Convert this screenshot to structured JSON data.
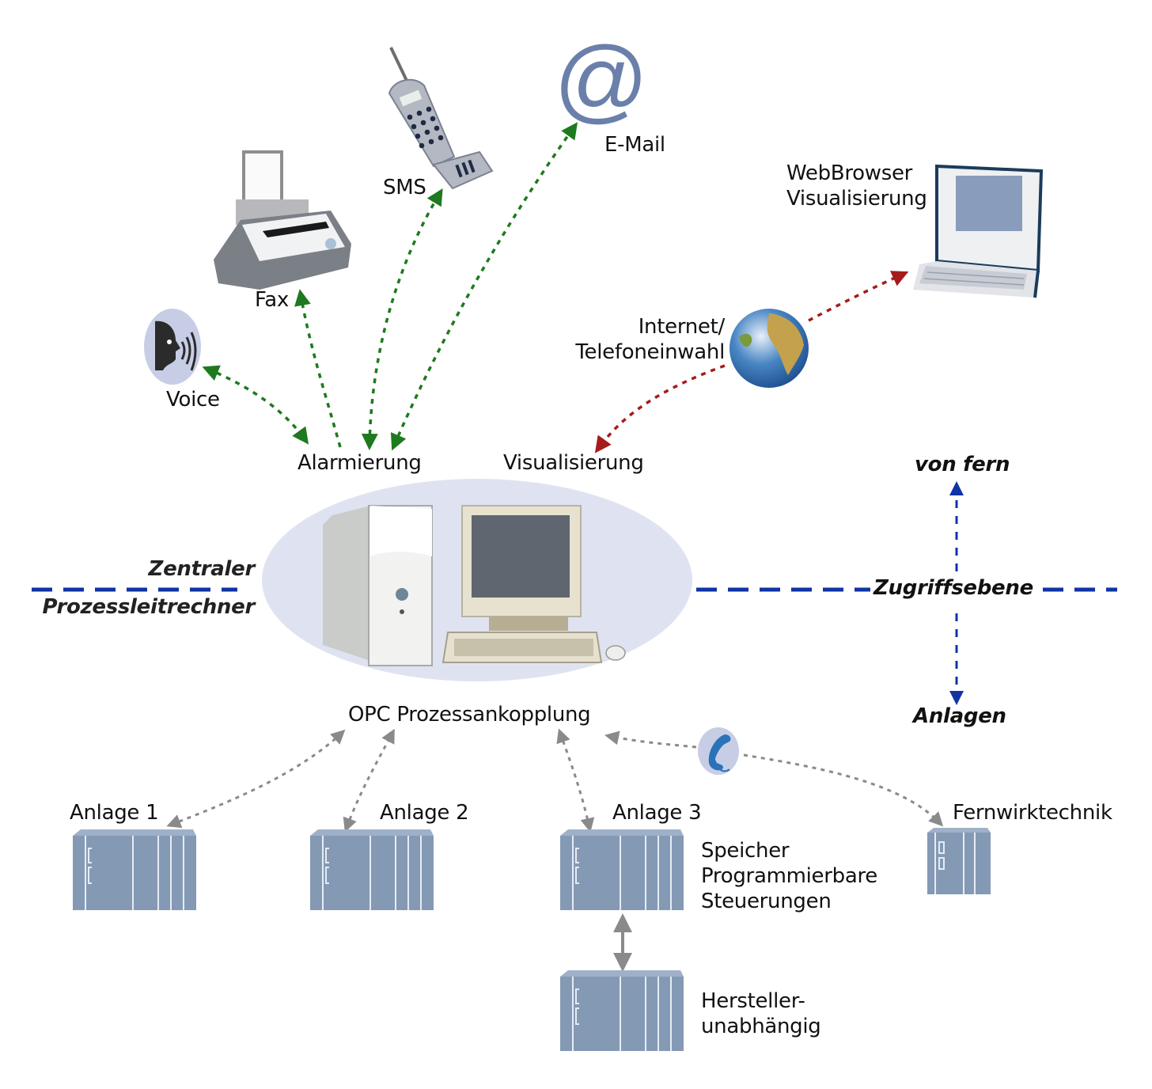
{
  "diagram": {
    "center": {
      "title_line1": "Zentraler",
      "title_line2": "Prozessleitrechner",
      "upper_left_label": "Alarmierung",
      "upper_right_label": "Visualisierung",
      "bottom_label": "OPC Prozessankopplung"
    },
    "access_axis": {
      "label": "Zugriffsebene",
      "up_label": "von fern",
      "down_label": "Anlagen"
    },
    "alarm_channels": [
      {
        "label": "Voice",
        "icon": "voice-icon"
      },
      {
        "label": "Fax",
        "icon": "fax-icon"
      },
      {
        "label": "SMS",
        "icon": "mobile-phone-icon"
      },
      {
        "label": "E-Mail",
        "icon": "at-sign-icon"
      }
    ],
    "remote": {
      "network_line1": "Internet/",
      "network_line2": "Telefoneinwahl",
      "browser_line1": "WebBrowser",
      "browser_line2": "Visualisierung"
    },
    "plants": [
      {
        "label": "Anlage 1"
      },
      {
        "label": "Anlage 2"
      },
      {
        "label": "Anlage 3"
      },
      {
        "label": "Fernwirktechnik"
      }
    ],
    "plc_note_line1": "Speicher",
    "plc_note_line2": "Programmierbare",
    "plc_note_line3": "Steuerungen",
    "vendor_note_line1": "Hersteller-",
    "vendor_note_line2": "unabhängig",
    "colors": {
      "alarm_arrows": "#1e7a1e",
      "remote_arrows": "#a51c1c",
      "plant_arrows": "#8a8a8a",
      "axis_blue": "#1034a6",
      "ellipse_fill": "#dfe3f1",
      "plc_fill": "#8499b4"
    }
  }
}
